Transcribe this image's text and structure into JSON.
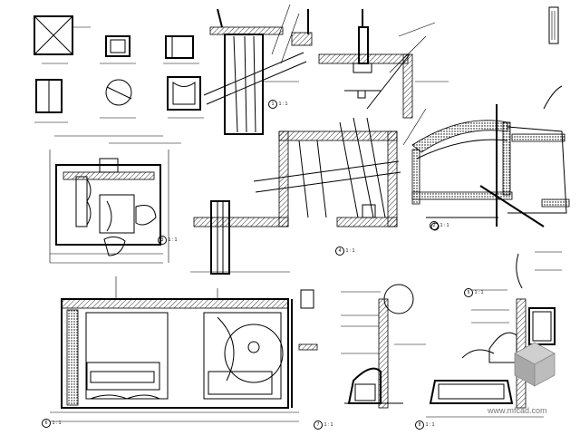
{
  "sheet": {
    "background": "#ffffff",
    "line_color": "#000000"
  },
  "details": [
    {
      "number": "1",
      "title": "1 : 1"
    },
    {
      "number": "2",
      "title": "1 : 1"
    },
    {
      "number": "3",
      "title": "1 : 1"
    },
    {
      "number": "4",
      "title": "1 : 1"
    },
    {
      "number": "5",
      "title": "1 : 1"
    },
    {
      "number": "6",
      "title": "1 : 1"
    },
    {
      "number": "7",
      "title": "1 : 1"
    },
    {
      "number": "8",
      "title": "1 : 1"
    }
  ],
  "watermark": {
    "text": "www.mfcad.com",
    "logo_icon": "cube-logo-icon"
  }
}
